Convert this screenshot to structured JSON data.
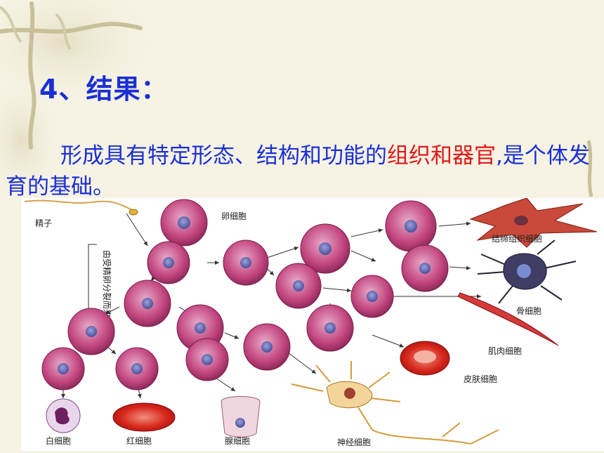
{
  "slide": {
    "heading": "4、结果：",
    "paragraph": {
      "part1": "形成具有特定形态、结构和功能的",
      "highlight": "组织和器官",
      "part2": ",是个体发育的基础。"
    }
  },
  "figure": {
    "labels": {
      "sperm": "精子",
      "egg": "卵细胞",
      "vertical_note": "由受精卵分裂而来的细胞",
      "connective": "结缔组织细胞",
      "bone": "骨细胞",
      "muscle": "肌肉细胞",
      "skin": "皮肤细胞",
      "nerve": "神经细胞",
      "white_blood": "白细胞",
      "red_blood": "红细胞",
      "gland": "腺细胞"
    }
  },
  "colors": {
    "heading": "#1a2fd6",
    "highlight": "#e01818",
    "cell": "#c2457e",
    "background": "#f6f3e4"
  }
}
